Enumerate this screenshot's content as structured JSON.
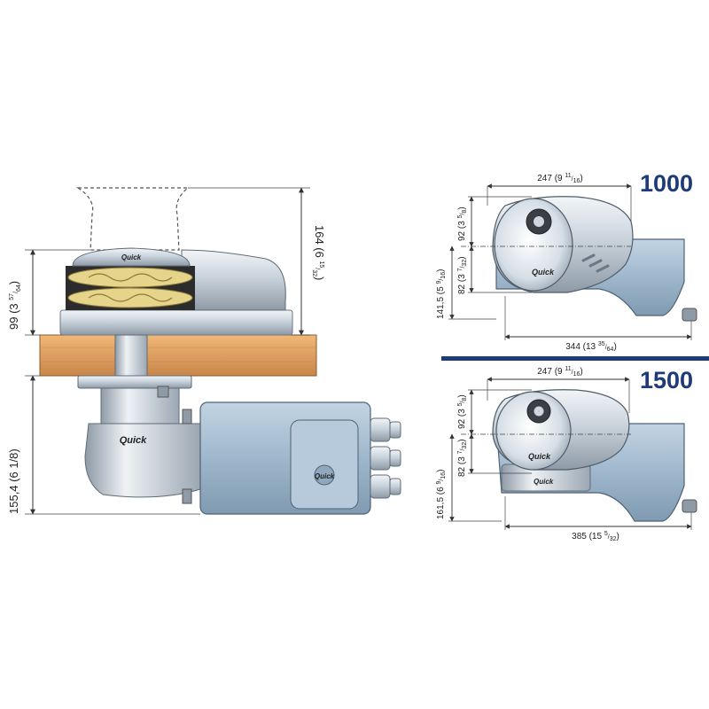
{
  "brand": "Quick",
  "models": {
    "top": "1000",
    "bottom": "1500"
  },
  "colors": {
    "accent": "#1e3a78",
    "motor": "#9fb7cc",
    "deck": "#e0a062",
    "chrome": "#c9d3dc"
  },
  "side_view": {
    "dim_total_height": {
      "main": "164 (6 ",
      "num": "15",
      "den": "32",
      "tail": ")"
    },
    "dim_above_deck": {
      "main": "99 (3 ",
      "num": "57",
      "den": "64",
      "tail": ")"
    },
    "dim_below_deck": {
      "main": "155,4 (6 1/8)"
    }
  },
  "view_1000": {
    "width": {
      "main": "247 (9 ",
      "num": "11",
      "den": "16",
      "tail": ")"
    },
    "upper": {
      "main": "92 (3 ",
      "num": "5",
      "den": "8",
      "tail": ")"
    },
    "lower": {
      "main": "82 (3 ",
      "num": "7",
      "den": "32",
      "tail": ")"
    },
    "depth": {
      "main": "141,5 (5 ",
      "num": "9",
      "den": "16",
      "tail": ")"
    },
    "length": {
      "main": "344 (13 ",
      "num": "35",
      "den": "64",
      "tail": ")"
    }
  },
  "view_1500": {
    "width": {
      "main": "247 (9 ",
      "num": "11",
      "den": "16",
      "tail": ")"
    },
    "upper": {
      "main": "92 (3 ",
      "num": "5",
      "den": "8",
      "tail": ")"
    },
    "lower": {
      "main": "82 (3 ",
      "num": "7",
      "den": "32",
      "tail": ")"
    },
    "depth": {
      "main": "161,5 (6 ",
      "num": "9",
      "den": "16",
      "tail": ")"
    },
    "length": {
      "main": "385 (15 ",
      "num": "5",
      "den": "32",
      "tail": ")"
    }
  }
}
